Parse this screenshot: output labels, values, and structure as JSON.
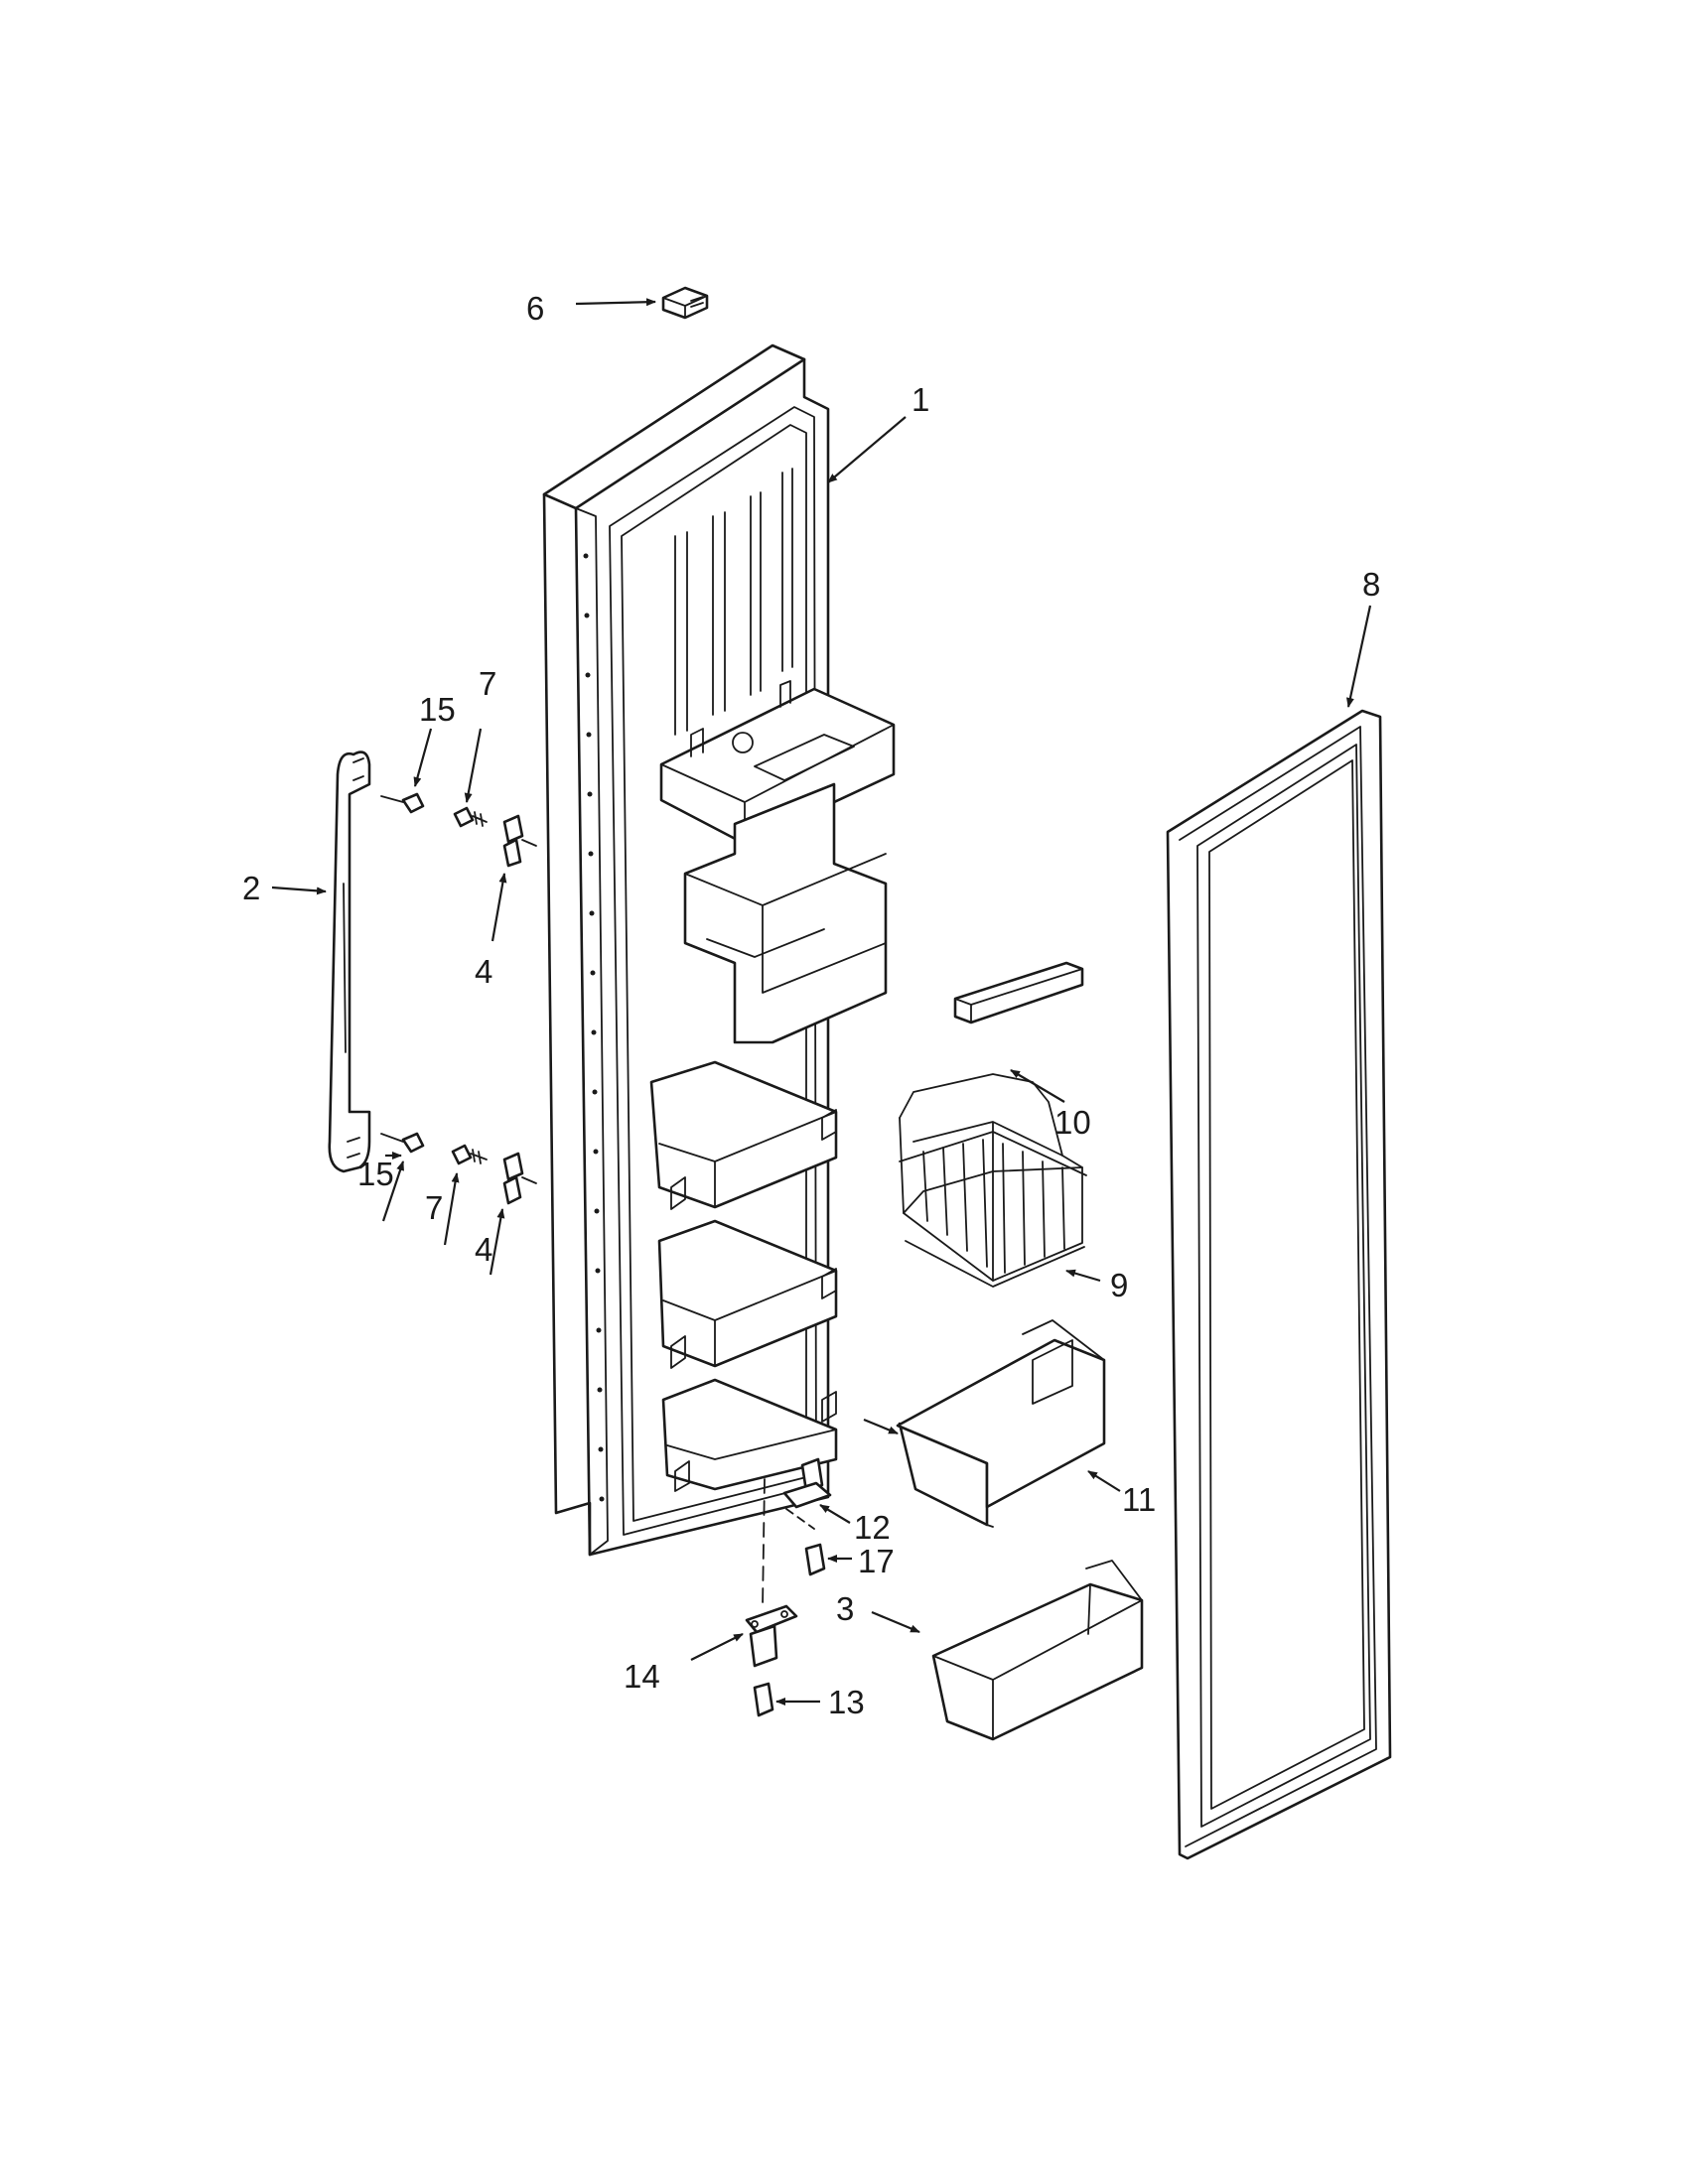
{
  "callouts": [
    {
      "id": "c6",
      "text": "6"
    },
    {
      "id": "c1",
      "text": "1"
    },
    {
      "id": "c8",
      "text": "8"
    },
    {
      "id": "c15a",
      "text": "15"
    },
    {
      "id": "c7a",
      "text": "7"
    },
    {
      "id": "c2",
      "text": "2"
    },
    {
      "id": "c4a",
      "text": "4"
    },
    {
      "id": "c15b",
      "text": "15"
    },
    {
      "id": "c7b",
      "text": "7"
    },
    {
      "id": "c4b",
      "text": "4"
    },
    {
      "id": "c10",
      "text": "10"
    },
    {
      "id": "c9",
      "text": "9"
    },
    {
      "id": "c11",
      "text": "11"
    },
    {
      "id": "c12",
      "text": "12"
    },
    {
      "id": "c17",
      "text": "17"
    },
    {
      "id": "c3",
      "text": "3"
    },
    {
      "id": "c14",
      "text": "14"
    },
    {
      "id": "c13",
      "text": "13"
    }
  ]
}
